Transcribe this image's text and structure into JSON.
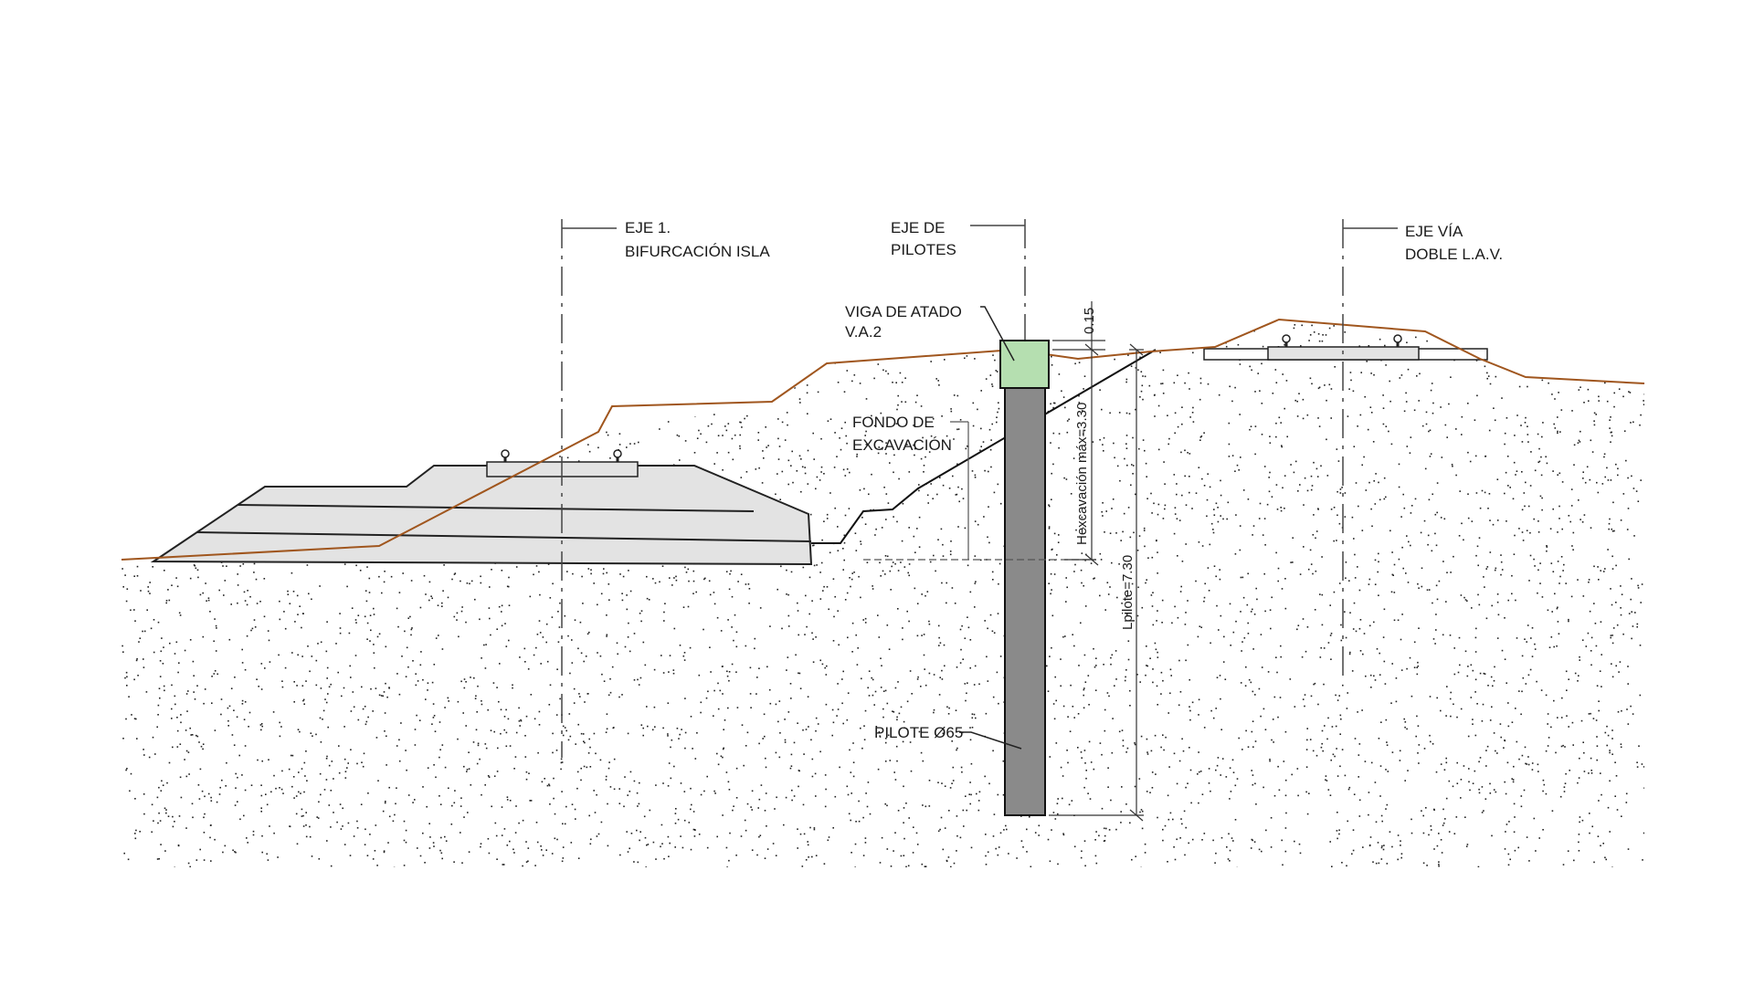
{
  "axes": {
    "eje_isla": [
      "EJE 1.",
      "BIFURCACIÓN ISLA"
    ],
    "eje_pilotes": [
      "EJE DE",
      "PILOTES"
    ],
    "eje_lav": [
      "EJE VÍA",
      "DOBLE L.A.V."
    ]
  },
  "labels": {
    "viga": [
      "VIGA DE ATADO",
      "V.A.2"
    ],
    "fondo": [
      "FONDO DE",
      "EXCAVACIÓN"
    ],
    "pilote": "PILOTE Ø65"
  },
  "dimensions": {
    "top_offset": "0.15",
    "h_excavacion": "Hexcavación máx=3.30",
    "l_pilote": "Lpilote=7.30"
  },
  "colors": {
    "terrain_line": "#a0561e",
    "viga": "#b5dfb0",
    "pile": "#8a8a8a",
    "embankment": "#e3e3e3",
    "soil_dots": "#222222"
  }
}
